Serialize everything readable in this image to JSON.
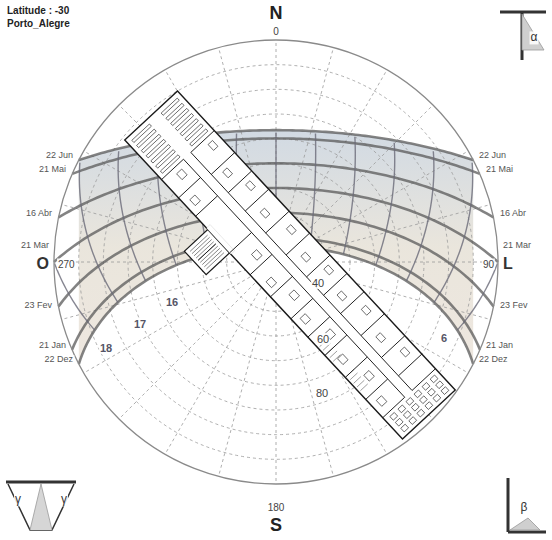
{
  "diagram": {
    "labels": [
      "Latitude : -30",
      "Porto_Alegre",
      "N",
      "0",
      "α",
      "22 Jun",
      "21 Mai",
      "22 Jun",
      "21 Mai",
      "16 Abr",
      "16 Abr",
      "O",
      "270",
      "21 Mar",
      "21 Mar",
      "90",
      "L",
      "23 Fev",
      "23 Fev",
      "16",
      "17",
      "40",
      "18",
      "21 Jan",
      "22 Dez",
      "21 Jan",
      "22 Dez",
      "6",
      "60",
      "80",
      "γ",
      "γ",
      "180",
      "β",
      "S"
    ]
  }
}
